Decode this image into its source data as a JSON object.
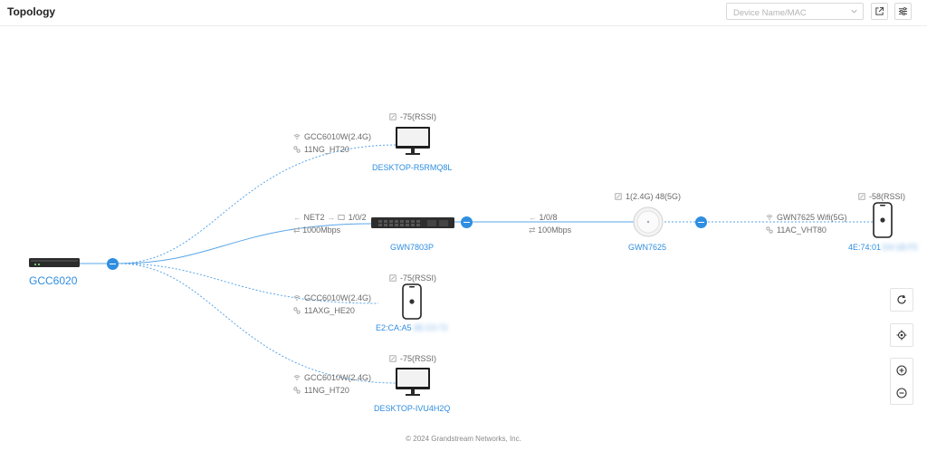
{
  "header": {
    "title": "Topology",
    "search_placeholder": "Device Name/MAC"
  },
  "toolbar": {
    "export_icon": "export-icon",
    "settings_icon": "sliders-icon"
  },
  "devices": {
    "gateway": {
      "name": "GCC6020"
    },
    "pc1": {
      "name": "DESKTOP-R5RMQ8L",
      "rssi": "-75(RSSI)",
      "ssid": "GCC6010W(2.4G)",
      "mode": "11NG_HT20"
    },
    "switch": {
      "name": "GWN7803P",
      "port_from": "NET2",
      "port_to": "1/0/2",
      "speed": "1000Mbps"
    },
    "ap": {
      "name": "GWN7625",
      "port": "1/0/8",
      "speed": "100Mbps",
      "clients": "1(2.4G) 48(5G)"
    },
    "phone1": {
      "name_visible": "4E:74:01",
      "name_hidden": ":D4:1B:F5",
      "rssi": "-58(RSSI)",
      "ssid": "GWN7625 Wifi(5G)",
      "mode": "11AC_VHT80"
    },
    "phone2": {
      "name_visible": "E2:CA:A5",
      "name_hidden": ":3E:C0:72",
      "rssi": "-75(RSSI)",
      "ssid": "GCC6010W(2.4G)",
      "mode": "11AXG_HE20"
    },
    "pc2": {
      "name": "DESKTOP-IVU4H2Q",
      "rssi": "-75(RSSI)",
      "ssid": "GCC6010W(2.4G)",
      "mode": "11NG_HT20"
    }
  },
  "colors": {
    "accent": "#2f8ee0",
    "link_line": "#5aa6e8"
  },
  "footer": "© 2024 Grandstream Networks, Inc."
}
